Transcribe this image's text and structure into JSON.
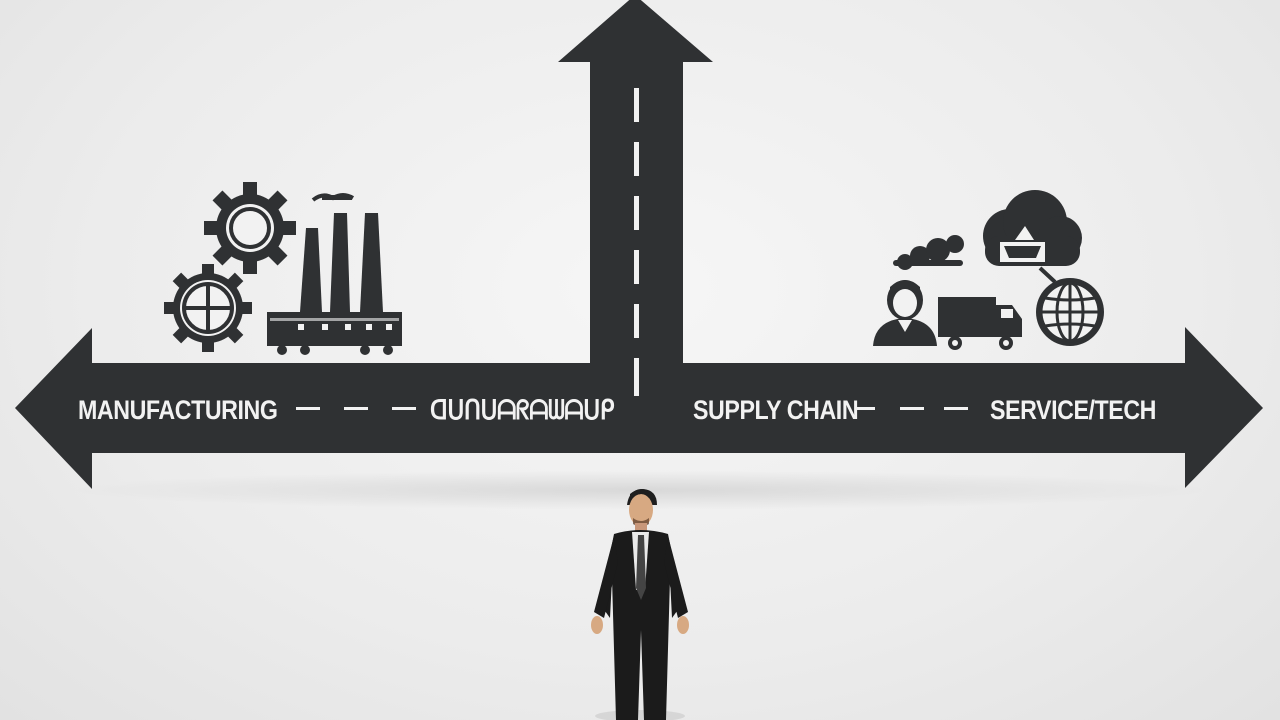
{
  "labels": {
    "manufacturing": "MANUFACTURING",
    "middle": "ᗡᑌᑎᑌᗩᖇᗩᗯᗩᑌᑭ",
    "supply_chain": "SUPPLY CHAIN",
    "service_tech": "SERVICE/TECH"
  },
  "icons": {
    "left_cluster": [
      "gear-icon",
      "gear-icon",
      "factory-icon"
    ],
    "right_cluster": [
      "smoke-icon",
      "cloud-icon",
      "person-icon",
      "truck-icon",
      "globe-icon"
    ],
    "figure": "businessman-figure"
  },
  "colors": {
    "road": "#2f3133",
    "road_marking": "#f2f2f2",
    "background": "#ececec"
  }
}
